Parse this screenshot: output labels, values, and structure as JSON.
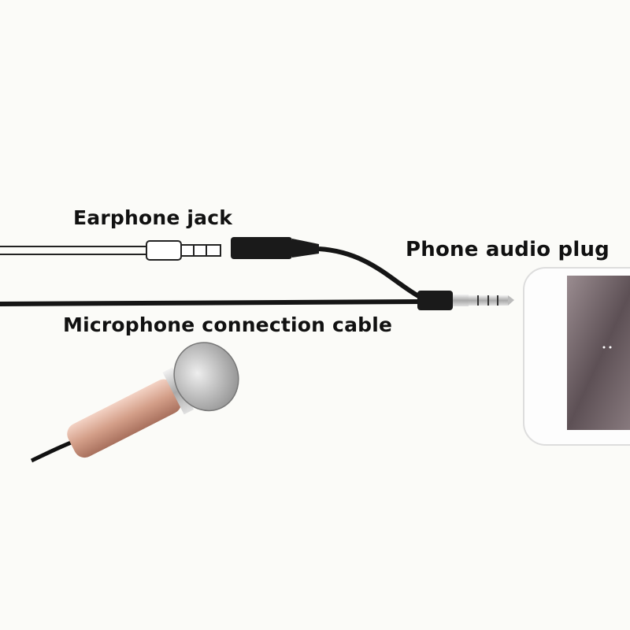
{
  "labels": {
    "earphone_jack": "Earphone jack",
    "phone_audio_plug": "Phone audio plug",
    "mic_cable": "Microphone connection cable"
  },
  "colors": {
    "background": "#fbfbf8",
    "cable": "#151515",
    "mic_body": "#d9a894",
    "plug_metal": "#c8c8c8",
    "phone_screen": "#7a6c70"
  }
}
